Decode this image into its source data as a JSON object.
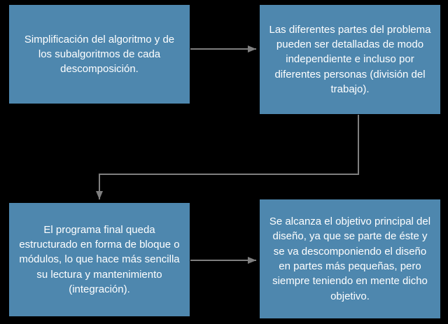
{
  "page": {
    "background": "#000000"
  },
  "colors": {
    "page-bg": "#000000",
    "box-bg": "#4e87ae",
    "box-text": "#ffffff",
    "arrow": "#7f7f7f"
  },
  "diagram": {
    "type": "flowchart",
    "boxes": [
      {
        "id": "simplificacion",
        "text": "Simplificación del algoritmo y de los subalgoritmos de cada descomposición."
      },
      {
        "id": "division-del-trabajo",
        "text": "Las diferentes partes del problema pueden ser detalladas de modo independiente e incluso por diferentes personas (división del trabajo)."
      },
      {
        "id": "integracion",
        "text": "El programa final queda estructurado en forma de bloque o módulos, lo que hace más sencilla su lectura y mantenimiento (integración)."
      },
      {
        "id": "objetivo-principal",
        "text": "Se alcanza el objetivo principal del diseño, ya que se parte de éste y se va descomponiendo el diseño en partes más pequeñas, pero siempre teniendo en mente dicho objetivo."
      }
    ],
    "connections": [
      {
        "from": "simplificacion",
        "to": "division-del-trabajo"
      },
      {
        "from": "division-del-trabajo",
        "to": "integracion"
      },
      {
        "from": "integracion",
        "to": "objetivo-principal"
      }
    ]
  }
}
